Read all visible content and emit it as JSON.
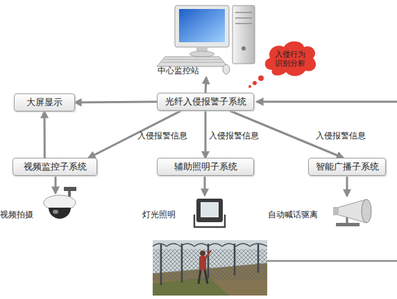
{
  "diagram": {
    "nodes": [
      {
        "text": [
          "中心监控站"
        ]
      },
      {
        "text": [
          "入侵行为识别分析"
        ]
      },
      {
        "text": [
          "大屏显示"
        ]
      },
      {
        "text": [
          "光纤入侵报警子系统"
        ]
      },
      {
        "text": [
          "视频监控子系统"
        ]
      },
      {
        "text": [
          "辅助照明子系统"
        ]
      },
      {
        "text": [
          "智能广播子系统"
        ]
      }
    ],
    "edges": [
      {
        "from": 3,
        "to": 2,
        "arrow": "to"
      },
      {
        "from": 3,
        "to": 0,
        "arrow": "to"
      },
      {
        "from": 3,
        "to": 4,
        "label": "入侵报警信息",
        "arrow": "to"
      },
      {
        "from": 3,
        "to": 5,
        "label": "入侵报警信息",
        "arrow": "to"
      },
      {
        "from": 3,
        "to": 6,
        "label": "入侵报警信息",
        "arrow": "to"
      },
      {
        "from": 4,
        "to": 2,
        "arrow": "to"
      }
    ],
    "labels": [
      "视频拍摄",
      "灯光照明",
      "自动喊话驱离"
    ]
  }
}
